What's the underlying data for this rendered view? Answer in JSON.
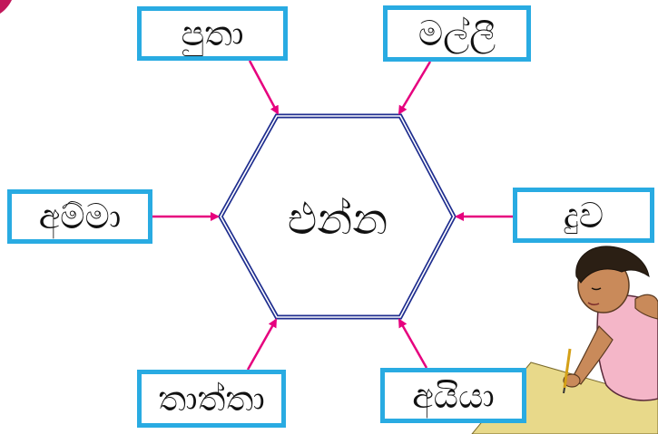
{
  "center_word": "එන්න",
  "words": {
    "top_left": "පුතා",
    "top_right": "මල්ලී",
    "mid_left": "අම්මා",
    "mid_right": "දුව",
    "bottom_left": "තාත්තා",
    "bottom_right": "අයියා"
  },
  "colors": {
    "box_border": "#29ABE2",
    "arrow": "#E6007E",
    "hexagon": "#1F2E8F"
  },
  "illustration": "boy-writing-illustration"
}
